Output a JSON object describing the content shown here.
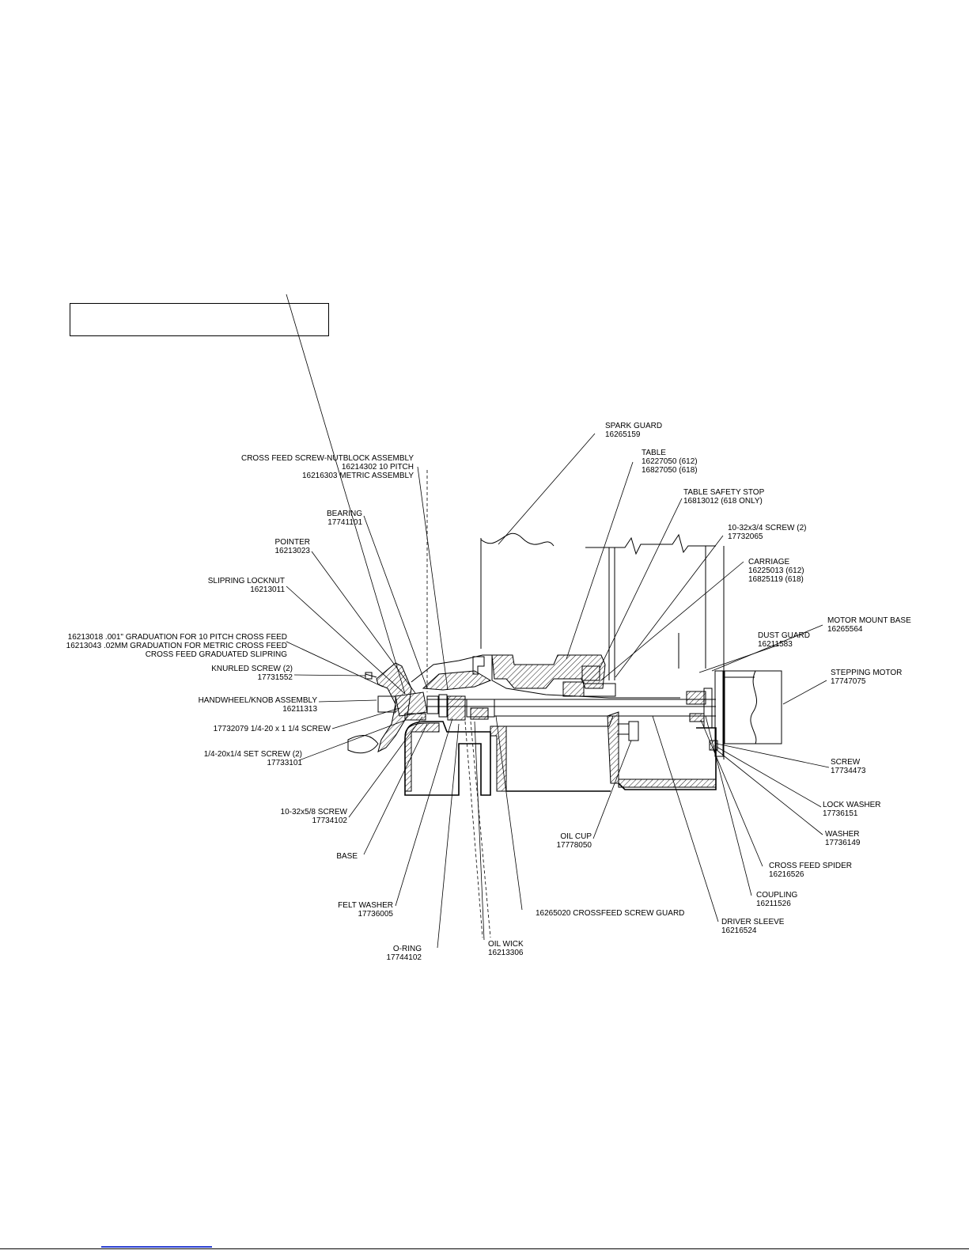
{
  "callouts": [
    {
      "id": "spark-guard",
      "lines": [
        "SPARK GUARD",
        "16265159"
      ]
    },
    {
      "id": "table",
      "lines": [
        "TABLE",
        "16227050 (612)",
        "16827050 (618)"
      ]
    },
    {
      "id": "cross-feed-screw-nutblock",
      "lines": [
        "CROSS FEED SCREW-NUTBLOCK ASSEMBLY",
        "16214302 10 PITCH",
        "16216303 METRIC ASSEMBLY"
      ]
    },
    {
      "id": "table-safety-stop",
      "lines": [
        "TABLE SAFETY STOP",
        "16813012 (618 ONLY)"
      ]
    },
    {
      "id": "screw-10-32x3-4",
      "lines": [
        "10-32x3/4 SCREW (2)",
        "17732065"
      ]
    },
    {
      "id": "bearing",
      "lines": [
        "BEARING",
        "17741101"
      ]
    },
    {
      "id": "pointer",
      "lines": [
        "POINTER",
        "16213023"
      ]
    },
    {
      "id": "carriage",
      "lines": [
        "CARRIAGE",
        "16225013 (612)",
        "16825119 (618)"
      ]
    },
    {
      "id": "slipring-locknut",
      "lines": [
        "SLIPRING LOCKNUT",
        "16213011"
      ]
    },
    {
      "id": "dust-guard",
      "lines": [
        "DUST GUARD",
        "16211583"
      ]
    },
    {
      "id": "motor-mount-base",
      "lines": [
        "MOTOR MOUNT BASE",
        "16265564"
      ]
    },
    {
      "id": "graduated-slipring",
      "lines": [
        "16213018 .001\" GRADUATION FOR 10 PITCH CROSS FEED",
        "16213043 .02MM GRADUATION FOR METRIC CROSS FEED",
        "CROSS FEED GRADUATED SLIPRING"
      ]
    },
    {
      "id": "stepping-motor",
      "lines": [
        "STEPPING MOTOR",
        "17747075"
      ]
    },
    {
      "id": "knurled-screw",
      "lines": [
        "KNURLED SCREW (2)",
        "17731552"
      ]
    },
    {
      "id": "handwheel-knob",
      "lines": [
        "HANDWHEEL/KNOB ASSEMBLY",
        "16211313"
      ]
    },
    {
      "id": "screw-1-4-20x1-1-4",
      "lines": [
        "17732079 1/4-20 x 1 1/4 SCREW"
      ]
    },
    {
      "id": "set-screw",
      "lines": [
        "1/4-20x1/4 SET SCREW (2)",
        "17733101"
      ]
    },
    {
      "id": "screw-right",
      "lines": [
        "SCREW",
        "17734473"
      ]
    },
    {
      "id": "screw-10-32x5-8",
      "lines": [
        "10-32x5/8 SCREW",
        "17734102"
      ]
    },
    {
      "id": "lock-washer",
      "lines": [
        "LOCK WASHER",
        "17736151"
      ]
    },
    {
      "id": "washer",
      "lines": [
        "WASHER",
        "17736149"
      ]
    },
    {
      "id": "oil-cup",
      "lines": [
        "OIL CUP",
        "17778050"
      ]
    },
    {
      "id": "base",
      "lines": [
        "BASE"
      ]
    },
    {
      "id": "cross-feed-spider",
      "lines": [
        "CROSS FEED SPIDER",
        "16216526"
      ]
    },
    {
      "id": "coupling",
      "lines": [
        "COUPLING",
        "16211526"
      ]
    },
    {
      "id": "felt-washer",
      "lines": [
        "FELT WASHER",
        "17736005"
      ]
    },
    {
      "id": "crossfeed-screw-guard",
      "lines": [
        "16265020 CROSSFEED SCREW GUARD"
      ]
    },
    {
      "id": "driver-sleeve",
      "lines": [
        "DRIVER SLEEVE",
        "16216524"
      ]
    },
    {
      "id": "o-ring",
      "lines": [
        "O-RING",
        "17744102"
      ]
    },
    {
      "id": "oil-wick",
      "lines": [
        "OIL WICK",
        "16213306"
      ]
    }
  ]
}
